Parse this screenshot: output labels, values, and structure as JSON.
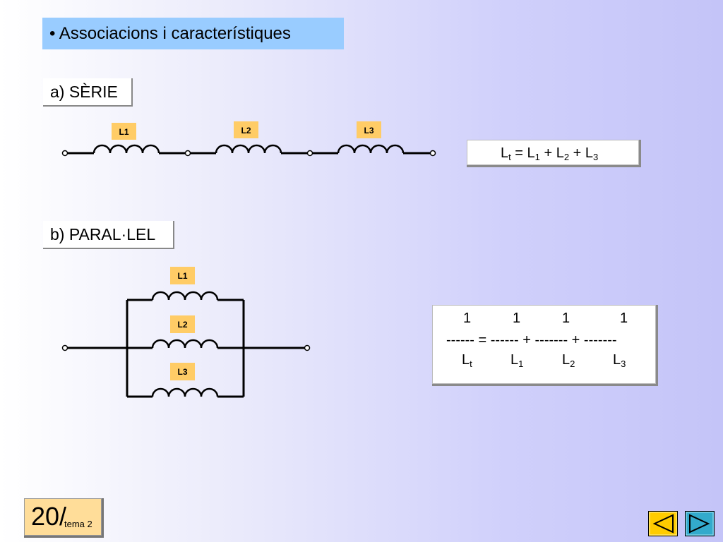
{
  "title": "• Associacions i característiques",
  "series": {
    "label": "a) SÈRIE",
    "tags": [
      "L1",
      "L2",
      "L3"
    ],
    "formula": {
      "lhs": "L",
      "lhs_sub": "t",
      "eq": " = L",
      "t1_sub": "1",
      "plus1": " + L",
      "t2_sub": "2",
      "plus2": " + L",
      "t3_sub": "3"
    }
  },
  "parallel": {
    "label": "b) PARAL·LEL",
    "tags": [
      "L1",
      "L2",
      "L3"
    ],
    "formula": {
      "numerators": [
        "1",
        "1",
        "1",
        "1"
      ],
      "dashes": "------ = ------ + ------- + -------",
      "den_main": [
        "L",
        "L",
        "L",
        "L"
      ],
      "den_sub": [
        "t",
        "1",
        "2",
        "3"
      ]
    }
  },
  "page": {
    "number": "20/",
    "subtitle": "tema 2"
  },
  "nav": {
    "prev_icon": "triangle-left-icon",
    "next_icon": "triangle-right-icon",
    "prev_color": "#ffcc00",
    "next_color": "#33aacc"
  }
}
